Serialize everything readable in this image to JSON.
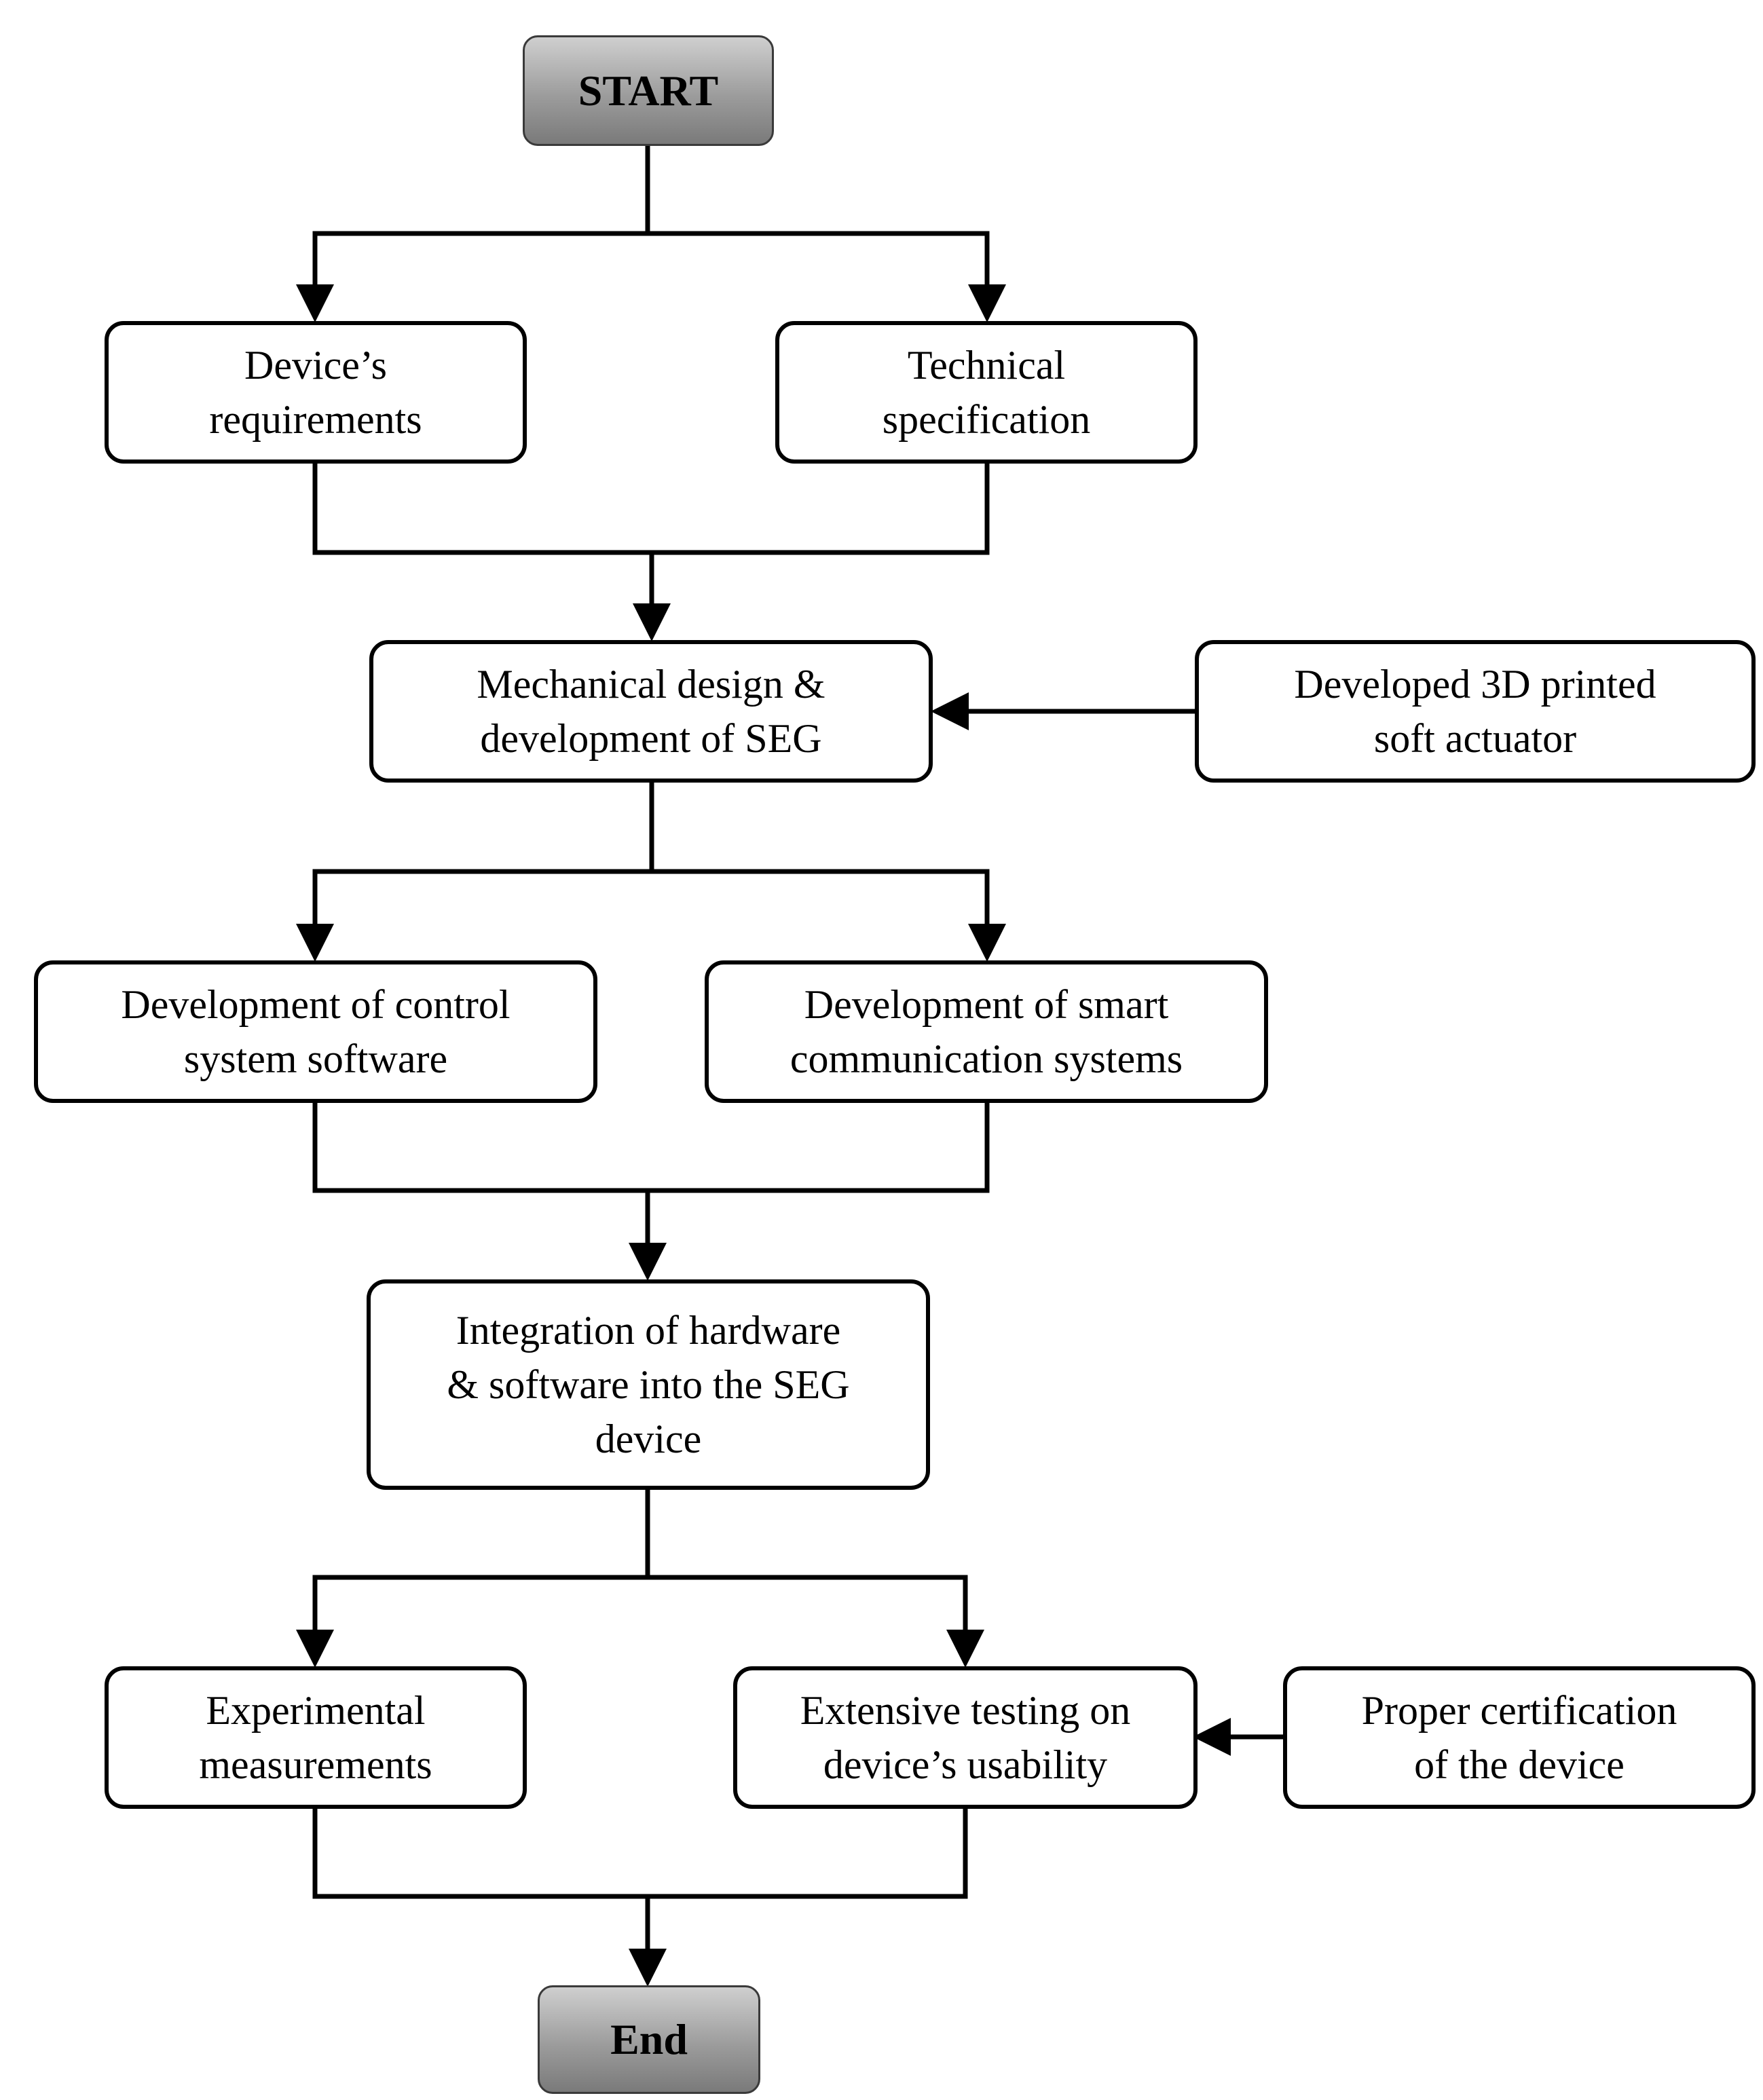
{
  "nodes": {
    "start": {
      "lines": [
        "START"
      ]
    },
    "devices_requirements": {
      "lines": [
        "Device’s",
        "requirements"
      ]
    },
    "technical_specification": {
      "lines": [
        "Technical",
        "specification"
      ]
    },
    "mechanical_design": {
      "lines": [
        "Mechanical design &",
        "development of SEG"
      ]
    },
    "soft_actuator": {
      "lines": [
        "Developed 3D printed",
        "soft actuator"
      ]
    },
    "control_software": {
      "lines": [
        "Development of control",
        "system software"
      ]
    },
    "smart_communication": {
      "lines": [
        "Development of smart",
        "communication systems"
      ]
    },
    "integration": {
      "lines": [
        "Integration of hardware",
        "& software into the SEG",
        "device"
      ]
    },
    "experimental_measurements": {
      "lines": [
        "Experimental",
        "measurements"
      ]
    },
    "extensive_testing": {
      "lines": [
        "Extensive testing on",
        "device’s usability"
      ]
    },
    "certification": {
      "lines": [
        "Proper certification",
        "of the device"
      ]
    },
    "end": {
      "lines": [
        "End"
      ]
    }
  },
  "colors": {
    "stroke": "#000000",
    "terminal_fill": "#9c9c9c",
    "box_fill": "#ffffff"
  }
}
